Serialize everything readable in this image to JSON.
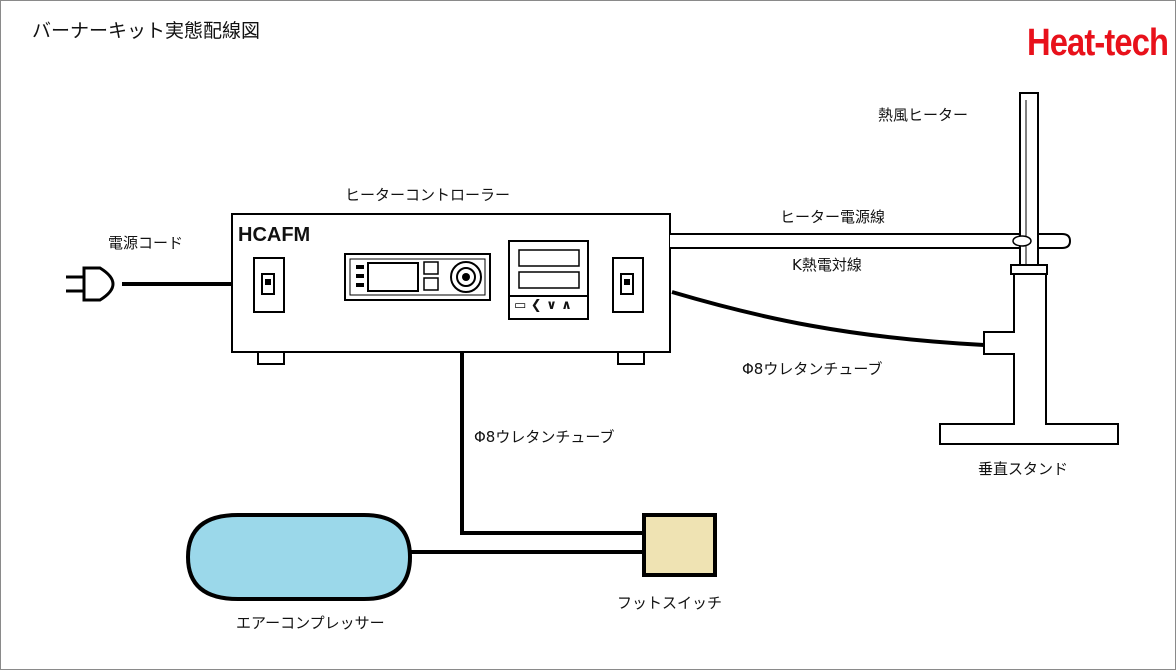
{
  "header": {
    "title": "バーナーキット実態配線図",
    "logo": "Heat-tech"
  },
  "colors": {
    "logo": "#e8111b",
    "tank": "#9bd8ea",
    "foot_switch": "#efe3b3",
    "line": "#000000",
    "cable": "#cfcfcf"
  },
  "labels": {
    "power_cord": "電源コード",
    "controller": "ヒーターコントローラー",
    "controller_model": "HCAFM",
    "heater_power_line": "ヒーター電源線",
    "thermocouple": "K熱電対線",
    "hot_air_heater": "熱風ヒーター",
    "tube_upper": "Φ8ウレタンチューブ",
    "tube_lower": "Φ8ウレタンチューブ",
    "stand": "垂直スタンド",
    "compressor": "エアーコンプレッサー",
    "foot_switch": "フットスイッチ"
  },
  "controller_panel": {
    "keys": "▭ ❮ ∨ ∧"
  }
}
